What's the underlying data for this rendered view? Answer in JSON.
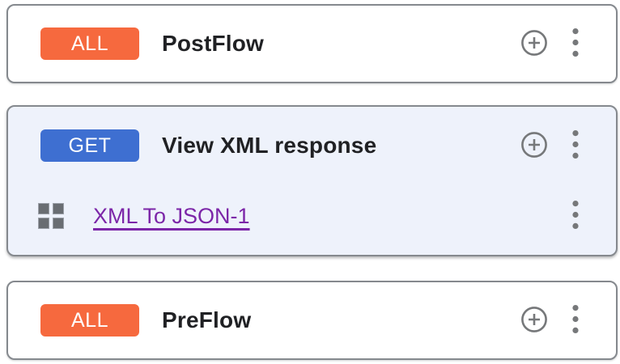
{
  "colors": {
    "all_badge": "#f6693e",
    "get_badge": "#3e6fd1",
    "selected_card_bg": "#eef2fb",
    "card_border": "#85898e",
    "icon_gray": "#76787a",
    "link_purple": "#7c26a8",
    "title_text": "#202124"
  },
  "icons": {
    "add": "plus-circle-icon",
    "menu": "kebab-menu-icon",
    "step_handle": "grid-icon"
  },
  "cards": [
    {
      "badge": "ALL",
      "badge_color": "#f6693e",
      "title": "PostFlow"
    },
    {
      "badge": "GET",
      "badge_color": "#3e6fd1",
      "title": "View XML response",
      "selected": true,
      "steps": [
        {
          "label": "XML To JSON-1"
        }
      ]
    },
    {
      "badge": "ALL",
      "badge_color": "#f6693e",
      "title": "PreFlow"
    }
  ]
}
